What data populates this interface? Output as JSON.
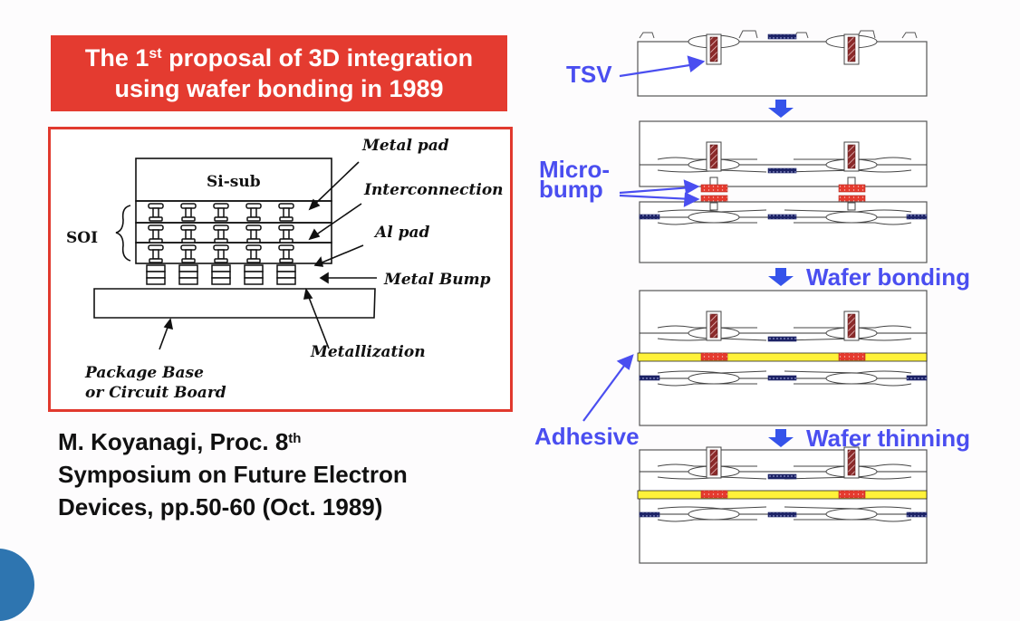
{
  "title": {
    "line1_prefix": "The 1",
    "line1_sup": "st",
    "line1_suffix": " proposal of 3D integration",
    "line2": "using wafer bonding in 1989"
  },
  "figure": {
    "labels": {
      "si_sub": "Si-sub",
      "soi": "SOI",
      "metal_pad": "Metal pad",
      "interconnection": "Interconnection",
      "al_pad": "Al pad",
      "metal_bump": "Metal Bump",
      "metallization": "Metallization",
      "package_base_line1": "Package Base",
      "package_base_line2": "or Circuit Board"
    }
  },
  "citation": {
    "line1_prefix": "M. Koyanagi, Proc. 8",
    "line1_sup": "th",
    "line2": "Symposium on Future Electron",
    "line3": "Devices, pp.50-60 (Oct. 1989)"
  },
  "process_flow": {
    "labels": {
      "tsv": "TSV",
      "microbump_line1": "Micro-",
      "microbump_line2": "bump",
      "wafer_bonding": "Wafer bonding",
      "adhesive": "Adhesive",
      "wafer_thinning": "Wafer thinning"
    },
    "colors": {
      "label_blue": "#4a4ef0",
      "arrow_blue": "#3553ea",
      "tsv_fill": "#8b2a2a",
      "microbump_red": "#e53a2e",
      "adhesive_yellow": "#fff23a",
      "pad_navy": "#1d2366"
    }
  }
}
